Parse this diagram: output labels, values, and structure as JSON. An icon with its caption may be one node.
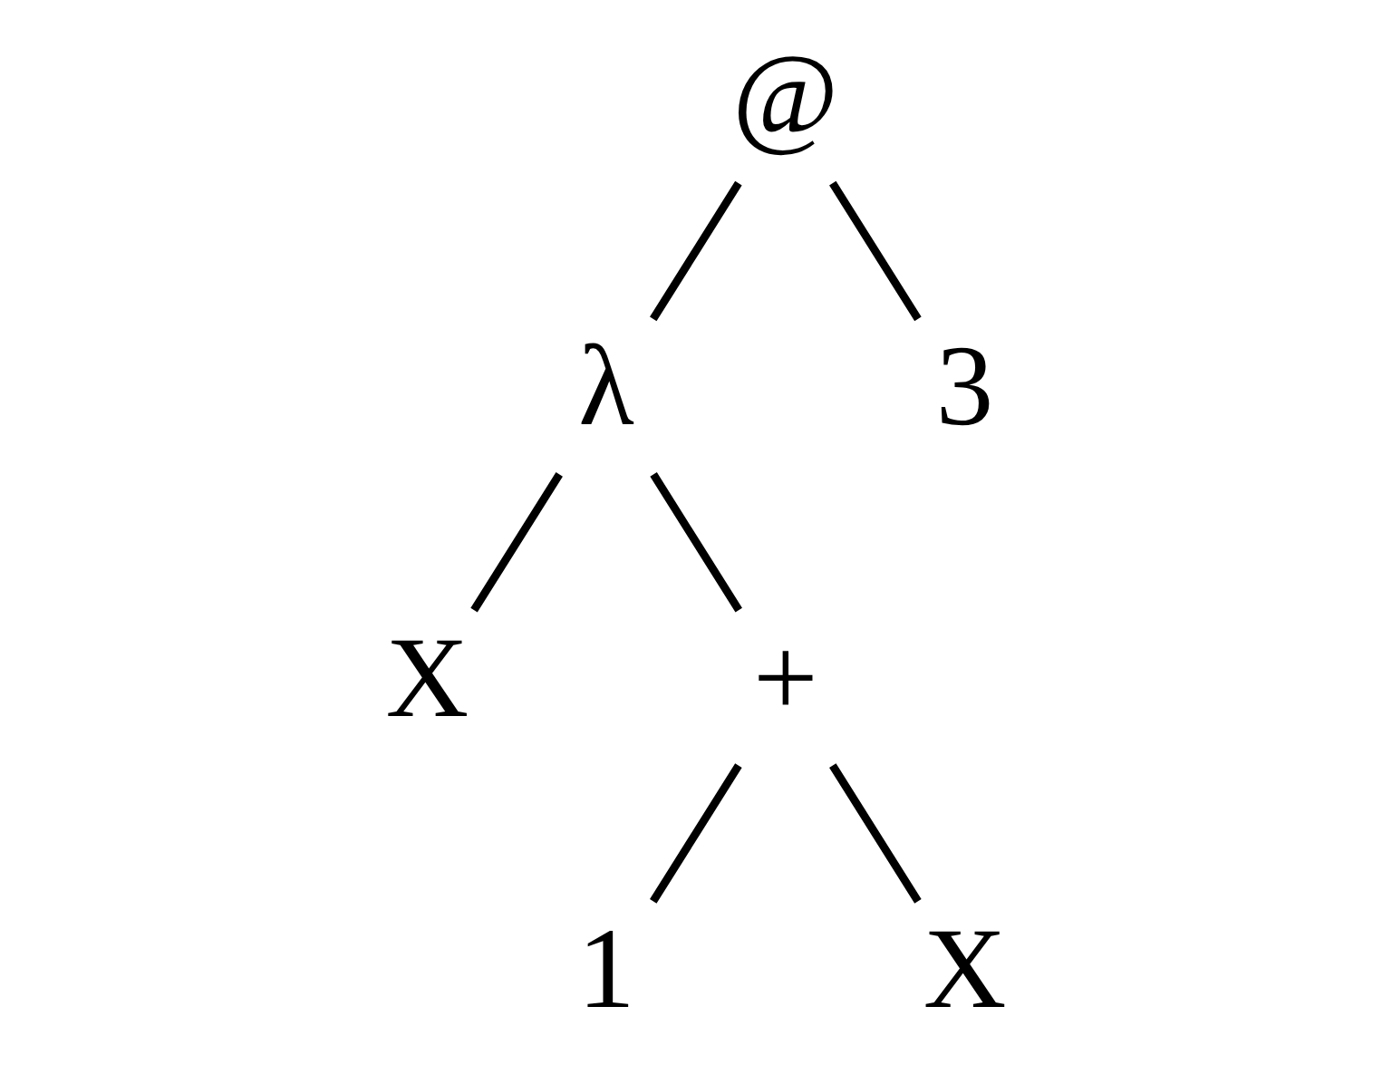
{
  "diagram": {
    "nodes": [
      {
        "text": [
          "@"
        ]
      },
      {
        "text": [
          "λ"
        ]
      },
      {
        "text": [
          "3"
        ]
      },
      {
        "text": [
          "X"
        ]
      },
      {
        "text": [
          "+"
        ]
      },
      {
        "text": [
          "1"
        ]
      },
      {
        "text": [
          "X"
        ]
      }
    ],
    "edges": [
      {
        "from": 0,
        "to": 1,
        "arrow": "none"
      },
      {
        "from": 0,
        "to": 2,
        "arrow": "none"
      },
      {
        "from": 1,
        "to": 3,
        "arrow": "none"
      },
      {
        "from": 1,
        "to": 4,
        "arrow": "none"
      },
      {
        "from": 4,
        "to": 5,
        "arrow": "none"
      },
      {
        "from": 4,
        "to": 6,
        "arrow": "none"
      }
    ]
  }
}
